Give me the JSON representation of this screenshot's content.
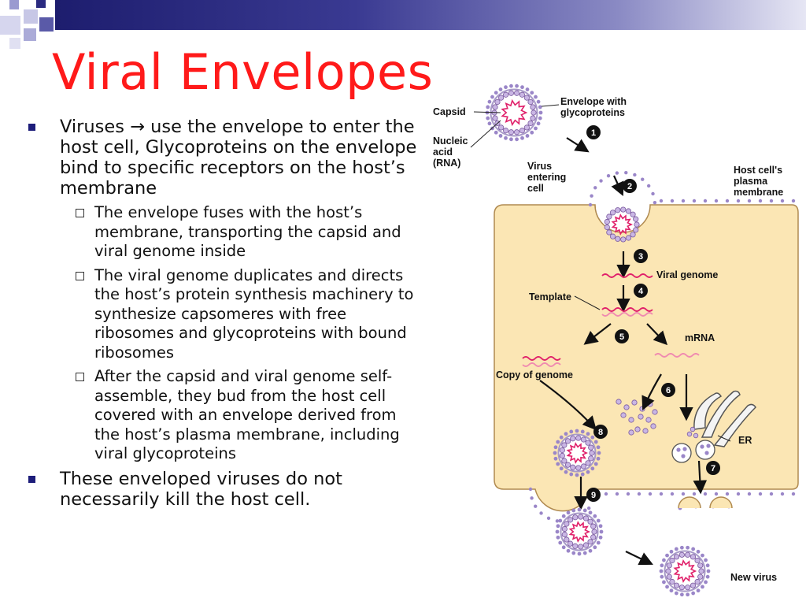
{
  "title": "Viral Envelopes",
  "bullets": [
    {
      "text": "Viruses → use the envelope to enter the host cell, Glycoproteins on the envelope bind to specific receptors on the host’s membrane",
      "sub": [
        "The envelope fuses with the host’s membrane, transporting the capsid and viral genome inside",
        "The viral genome duplicates and directs the host’s protein synthesis machinery to synthesize capsomeres with free ribosomes and glycoproteins with bound ribosomes",
        "After the capsid and viral genome self-assemble, they bud from the host cell covered with an envelope derived from the host’s plasma membrane, including viral glycoproteins"
      ]
    },
    {
      "text": "These enveloped viruses do not necessarily kill the host cell.",
      "sub": []
    }
  ],
  "diagram": {
    "labels": {
      "capsid": "Capsid",
      "envelope_1": "Envelope with",
      "envelope_2": "glycoproteins",
      "nucleic_1": "Nucleic",
      "nucleic_2": "acid",
      "nucleic_3": "(RNA)",
      "virus_entering_1": "Virus",
      "virus_entering_2": "entering",
      "virus_entering_3": "cell",
      "host_membrane_1": "Host cell's",
      "host_membrane_2": "plasma",
      "host_membrane_3": "membrane",
      "viral_genome": "Viral genome",
      "template": "Template",
      "mrna": "mRNA",
      "copy_of_genome": "Copy of genome",
      "er": "ER",
      "new_virus": "New virus"
    },
    "steps": [
      "1",
      "2",
      "3",
      "4",
      "5",
      "6",
      "7",
      "8",
      "9"
    ],
    "colors": {
      "cell_fill": "#fbe6b4",
      "genome": "#e0206a",
      "template": "#f08ab0",
      "particle": "#c9b6e4",
      "particle_stroke": "#7a5a9e"
    }
  }
}
